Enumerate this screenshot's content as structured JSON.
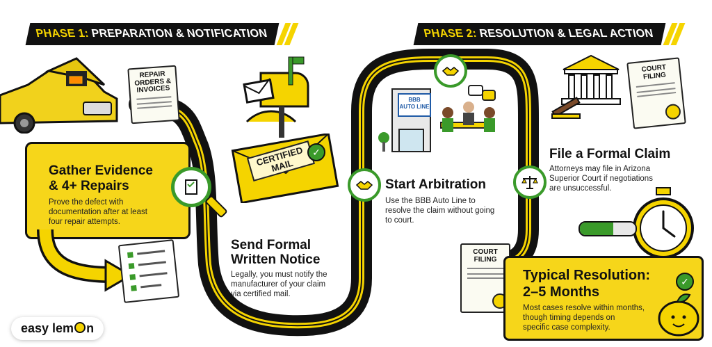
{
  "phase1": {
    "phase_label": "PHASE 1:",
    "title": "PREPARATION & NOTIFICATION"
  },
  "phase2": {
    "phase_label": "PHASE 2:",
    "title": "RESOLUTION & LEGAL ACTION"
  },
  "step1": {
    "title_line1": "Gather Evidence",
    "title_line2": "& 4+ Repairs",
    "text_line1": "Prove the defect with",
    "text_line2": "documentation after at least",
    "text_line3": "four repair attempts.",
    "doc_line1": "REPAIR",
    "doc_line2": "ORDERS &",
    "doc_line3": "INVOICES"
  },
  "step2": {
    "title_line1": "Send Formal",
    "title_line2": "Written Notice",
    "text_line1": "Legally, you must notify the",
    "text_line2": "manufacturer of your claim",
    "text_line3": "via certified mail.",
    "stamp_line1": "CERTIFIED",
    "stamp_line2": "MAIL"
  },
  "step3": {
    "title": "Start Arbitration",
    "text_line1": "Use the BBB Auto Line to",
    "text_line2": "resolve the claim without going",
    "text_line3": "to court.",
    "sign_line1": "BBB",
    "sign_line2": "AUTO LINE"
  },
  "step4": {
    "title": "File a Formal Claim",
    "text_line1": "Attorneys may file in Arizona",
    "text_line2": "Superior Court if negotiations",
    "text_line3": "are unsuccessful.",
    "doc_line1": "COURT",
    "doc_line2": "FILING"
  },
  "step5": {
    "title_line1": "Typical Resolution:",
    "title_line2": "2–5 Months",
    "text_line1": "Most cases resolve within months,",
    "text_line2": "though timing depends on",
    "text_line3": "specific case complexity.",
    "doc_line1": "COURT",
    "doc_line2": "FILING"
  },
  "brand": {
    "name_part1": "easy lem",
    "name_part2": "n"
  },
  "colors": {
    "accent": "#f5d400",
    "dark": "#111111",
    "green": "#3a9a2a"
  }
}
